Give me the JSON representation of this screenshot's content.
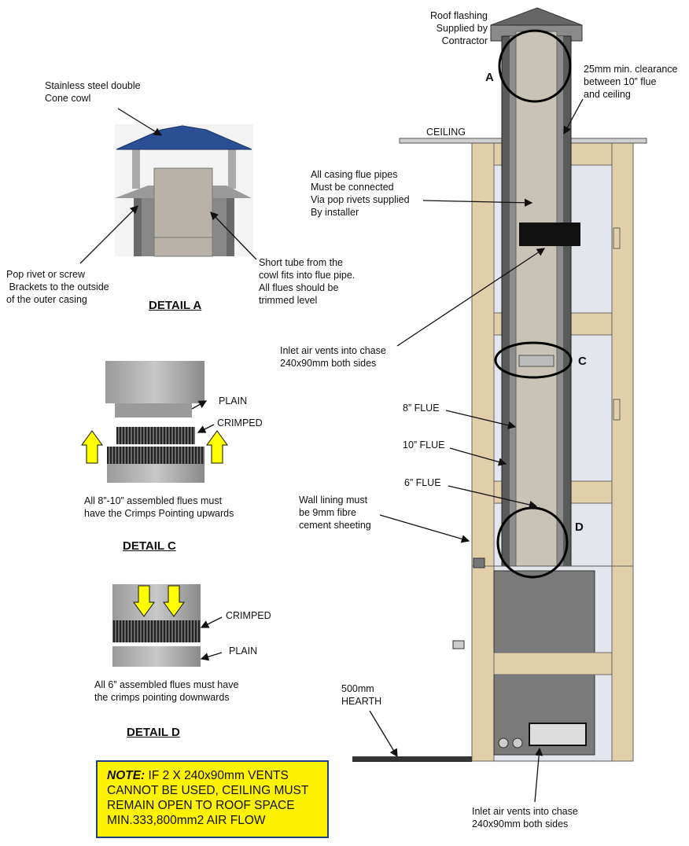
{
  "main_drawing": {
    "roof_flashing": "Roof flashing\nSupplied by\nContractor",
    "clearance": "25mm min. clearance\nbetween 10” flue\nand ceiling",
    "ceiling": "CEILING",
    "casing_note": "All casing flue pipes\nMust be connected\nVia pop rivets supplied\nBy installer",
    "inlet_top": "Inlet air vents into chase\n240x90mm both sides",
    "flue_8": "8” FLUE",
    "flue_10": "10” FLUE",
    "flue_6": "6” FLUE",
    "wall_lining": "Wall lining must\nbe 9mm fibre\ncement sheeting",
    "hearth": "500mm\nHEARTH",
    "inlet_bottom": "Inlet air vents into chase\n240x90mm both sides",
    "marker_a": "A",
    "marker_c": "C",
    "marker_d": "D"
  },
  "detail_a": {
    "cowl": "Stainless steel double\nCone cowl",
    "pop_rivet": "Pop rivet or screw\n Brackets to the outside\nof the outer casing",
    "short_tube": "Short tube from the\ncowl fits into flue pipe.\nAll flues should be\ntrimmed level",
    "title": "DETAIL A"
  },
  "detail_c": {
    "plain": "PLAIN",
    "crimped": "CRIMPED",
    "caption": "All 8”-10” assembled flues must\nhave the Crimps Pointing upwards",
    "title": "DETAIL C"
  },
  "detail_d": {
    "crimped": "CRIMPED",
    "plain": "PLAIN",
    "caption": "All 6” assembled flues must have\nthe crimps pointing downwards",
    "title": "DETAIL D"
  },
  "note": {
    "prefix": "NOTE:",
    "text": " IF 2 X  240x90mm VENTS CANNOT BE USED, CEILING MUST REMAIN OPEN TO ROOF SPACE MIN.333,800mm2 AIR FLOW"
  },
  "colors": {
    "cowl_blue": "#2b4f94",
    "timber": "#e0cfa8",
    "flue_grey": "#c9c2b6",
    "casing_dark": "#5a5a5a",
    "panel": "#e4e6ee",
    "note_bg": "#fff200",
    "arrow_yellow": "#ffff00"
  }
}
